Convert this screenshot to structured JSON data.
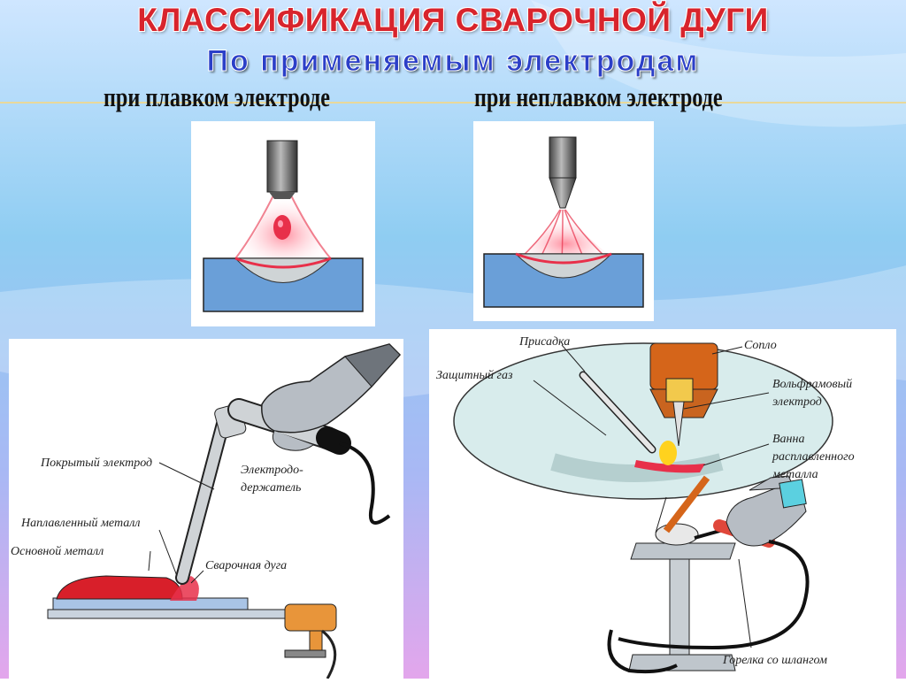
{
  "title": "КЛАССИФИКАЦИЯ СВАРОЧНОЙ ДУГИ",
  "subtitle": "По применяемым электродам",
  "left_heading": "при плавком электроде",
  "right_heading": "при неплавком электроде",
  "mma_labels": {
    "coated_electrode": "Покрытый электрод",
    "holder_line1": "Электродо-",
    "holder_line2": "держатель",
    "deposited_metal": "Наплавленный металл",
    "base_metal": "Основной металл",
    "welding_arc": "Сварочная дуга"
  },
  "tig_labels": {
    "filler": "Присадка",
    "nozzle": "Сопло",
    "shielding_gas": "Защитный газ",
    "tungsten_line1": "Вольфрамовый",
    "tungsten_line2": "электрод",
    "pool_line1": "Ванна",
    "pool_line2": "расплавленного",
    "pool_line3": "металла",
    "torch_hose": "Горелка со шлангом"
  },
  "colors": {
    "title_red": "#d8242c",
    "subtitle_blue": "#2b3fc8",
    "plate_blue": "#6a9fd8",
    "arc_red": "#e8304a"
  }
}
